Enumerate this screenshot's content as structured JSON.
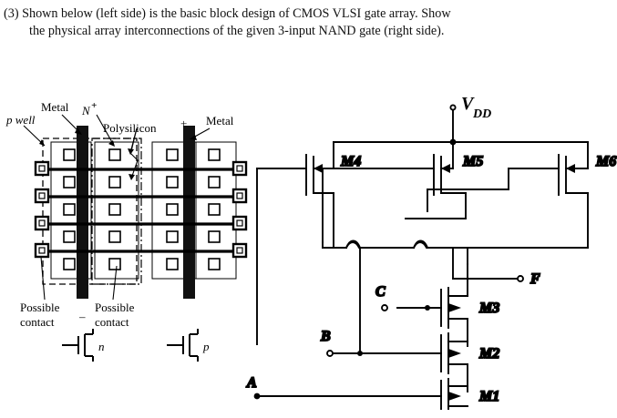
{
  "question": {
    "number": "(3)",
    "line1": "(3) Shown below (left side) is the basic block design of CMOS VLSI gate array. Show",
    "line2": "the physical array interconnections of the given 3-input NAND gate (right side)."
  },
  "left_diagram": {
    "title": "CMOS VLSI gate array basic block",
    "labels": {
      "p_well": "p well",
      "metal_left": "Metal",
      "n_plus": "N",
      "n_plus_sup": "+",
      "polysilicon": "Polysilicon",
      "p_plus_sup": "+",
      "metal_right": "Metal",
      "possible_contact_left_l1": "Possible",
      "possible_contact_left_l2": "contact",
      "possible_contact_right_l1": "Possible",
      "possible_contact_right_l2": "contact",
      "dash": "–"
    },
    "symbols": [
      {
        "name": "nmos-symbol",
        "label": "n"
      },
      {
        "name": "pmos-symbol",
        "label": "p"
      }
    ],
    "geometry": {
      "rows": 5,
      "metal_rows": 4,
      "columns": 4,
      "contact_pads_left": 4,
      "contact_pads_right": 4
    }
  },
  "right_circuit": {
    "title": "3-input NAND gate schematic",
    "power_label": "V",
    "power_sub": "DD",
    "output_label": "F",
    "ground_label": "",
    "inputs": [
      {
        "name": "input-a",
        "label": "A"
      },
      {
        "name": "input-b",
        "label": "B"
      },
      {
        "name": "input-c",
        "label": "C"
      }
    ],
    "transistors": [
      {
        "name": "M1",
        "label": "M1",
        "type": "nmos"
      },
      {
        "name": "M2",
        "label": "M2",
        "type": "nmos"
      },
      {
        "name": "M3",
        "label": "M3",
        "type": "nmos"
      },
      {
        "name": "M4",
        "label": "M4",
        "type": "pmos"
      },
      {
        "name": "M5",
        "label": "M5",
        "type": "pmos"
      },
      {
        "name": "M6",
        "label": "M6",
        "type": "pmos"
      }
    ]
  },
  "colors": {
    "ink": "#000000",
    "paper": "#ffffff",
    "metal_fill": "#111111"
  }
}
